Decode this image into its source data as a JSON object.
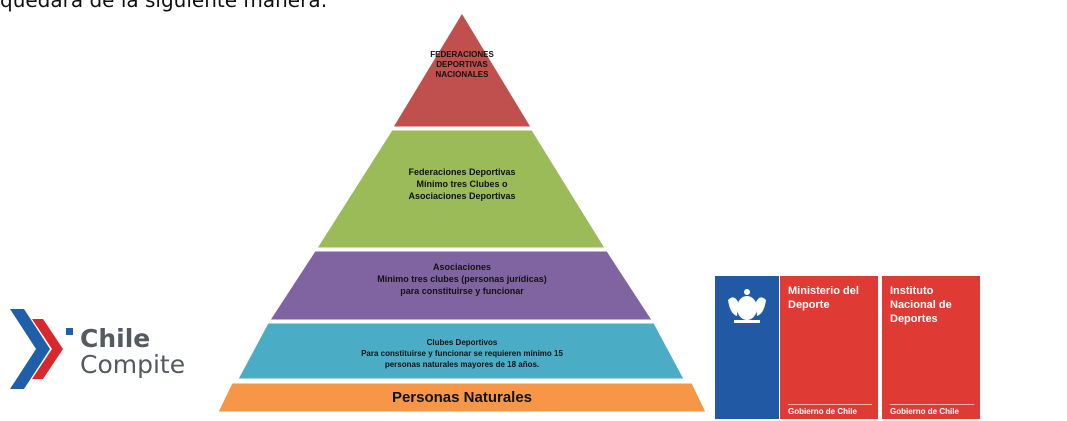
{
  "intro_text": "quedará de la siguiente manera:",
  "pyramid": {
    "levels": [
      {
        "lines": [
          "FEDERACIONES",
          "DEPORTIVAS",
          "NACIONALES"
        ],
        "color": "#c0504d"
      },
      {
        "lines": [
          "Federaciones Deportivas",
          "Mínimo tres Clubes o",
          "Asociaciones Deportivas"
        ],
        "color": "#9bbb59"
      },
      {
        "lines": [
          "Asociaciones",
          "Mínimo tres clubes (personas jurídicas)",
          "para constituirse y funcionar"
        ],
        "color": "#8064a2"
      },
      {
        "lines": [
          "Clubes Deportivos",
          "Para constituirse y funcionar se requieren mínimo 15",
          "personas naturales mayores de 18 años."
        ],
        "color": "#4bacc6"
      },
      {
        "lines": [
          "Personas Naturales"
        ],
        "color": "#f79646"
      }
    ]
  },
  "logos": {
    "chile_compite": {
      "word1": "Chile",
      "word2": "Compite"
    },
    "ministerio": {
      "title": "Ministerio del Deporte",
      "footer": "Gobierno de Chile"
    },
    "instituto": {
      "title": "Instituto Nacional de Deportes",
      "footer": "Gobierno de Chile"
    }
  },
  "colors": {
    "gov_blue": "#2159a4",
    "gov_red": "#e03a35",
    "chile_blue": "#1f5fa8",
    "chile_red": "#d8272d",
    "chile_text": "#555a60"
  }
}
